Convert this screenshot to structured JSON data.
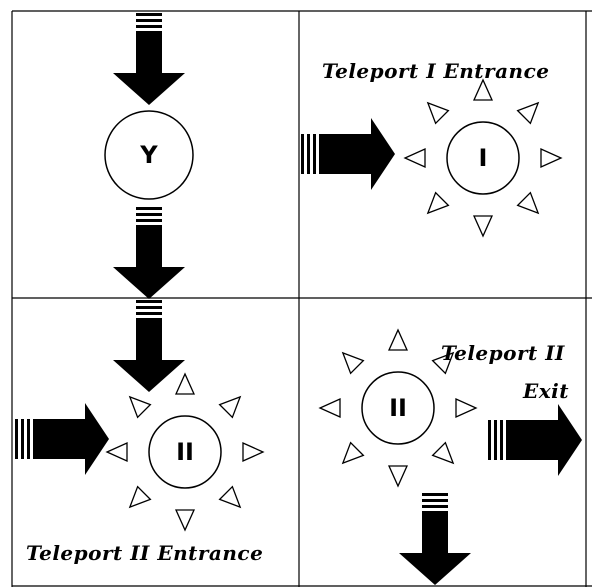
{
  "nodes": {
    "top_left": "Y",
    "top_right": "I",
    "bottom_left": "II",
    "bottom_right": "II"
  },
  "labels": {
    "teleport_1_entrance": "Teleport I Entrance",
    "teleport_2_exit_line1": "Teleport II",
    "teleport_2_exit_line2": "Exit",
    "teleport_2_entrance": "Teleport II Entrance"
  },
  "colors": {
    "ink": "#000000",
    "background": "#ffffff",
    "grid": "#000000"
  }
}
